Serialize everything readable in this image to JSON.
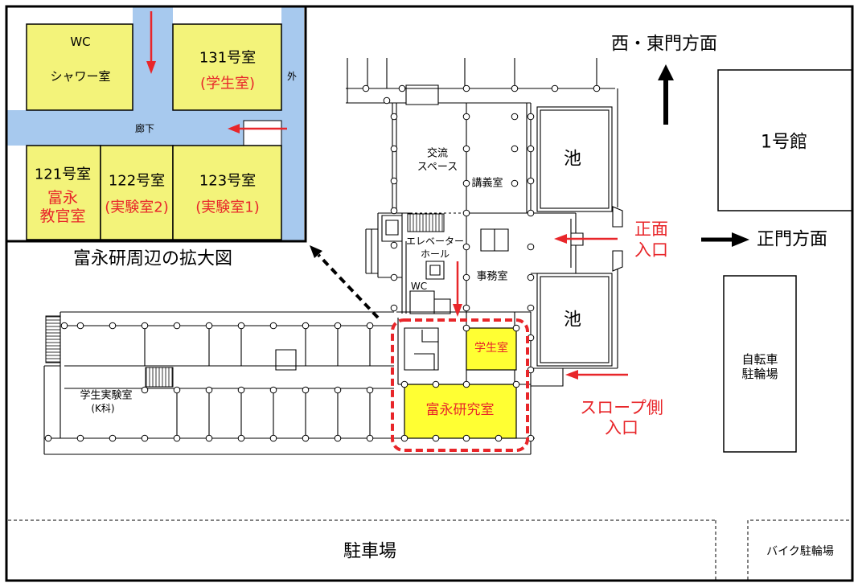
{
  "colors": {
    "label_red": "#E8262A",
    "inset_room_yellow": "#F3F37A",
    "highlight_yellow": "#FFFF33",
    "corridor_blue": "#A7C9EE",
    "ink": "#000000"
  },
  "inset": {
    "caption": "富永研周辺の拡大図",
    "corridor_label": "廊下",
    "outside_label": "外",
    "room_wc": {
      "line1": "WC",
      "line2": "シャワー室"
    },
    "room_131": {
      "number": "131号室",
      "use": "(学生室)"
    },
    "room_121": {
      "number": "121号室",
      "use_line1": "富永",
      "use_line2": "教官室"
    },
    "room_122": {
      "number": "122号室",
      "use": "(実験室2)"
    },
    "room_123": {
      "number": "123号室",
      "use": "(実験室1)"
    }
  },
  "building": {
    "exchange_space": {
      "line1": "交流",
      "line2": "スペース"
    },
    "lecture_room": "講義室",
    "elevator_hall": {
      "line1": "エレベーター",
      "line2": "ホール"
    },
    "office": "事務室",
    "wc": "WC",
    "pond_north": "池",
    "pond_south": "池",
    "student_room": "学生室",
    "tominaga_lab": "富永研究室",
    "student_lab": {
      "line1": "学生実験室",
      "line2": "(K科)"
    }
  },
  "entrances": {
    "front": {
      "line1": "正面",
      "line2": "入口"
    },
    "slope": {
      "line1": "スロープ側",
      "line2": "入口"
    }
  },
  "directions": {
    "west_east_gate": "西・東門方面",
    "main_gate": "正門方面"
  },
  "surroundings": {
    "building_1": "1号館",
    "bicycle_parking": {
      "line1": "自転車",
      "line2": "駐輪場"
    },
    "parking_lot": "駐車場",
    "motorbike_parking": "バイク駐輪場"
  }
}
